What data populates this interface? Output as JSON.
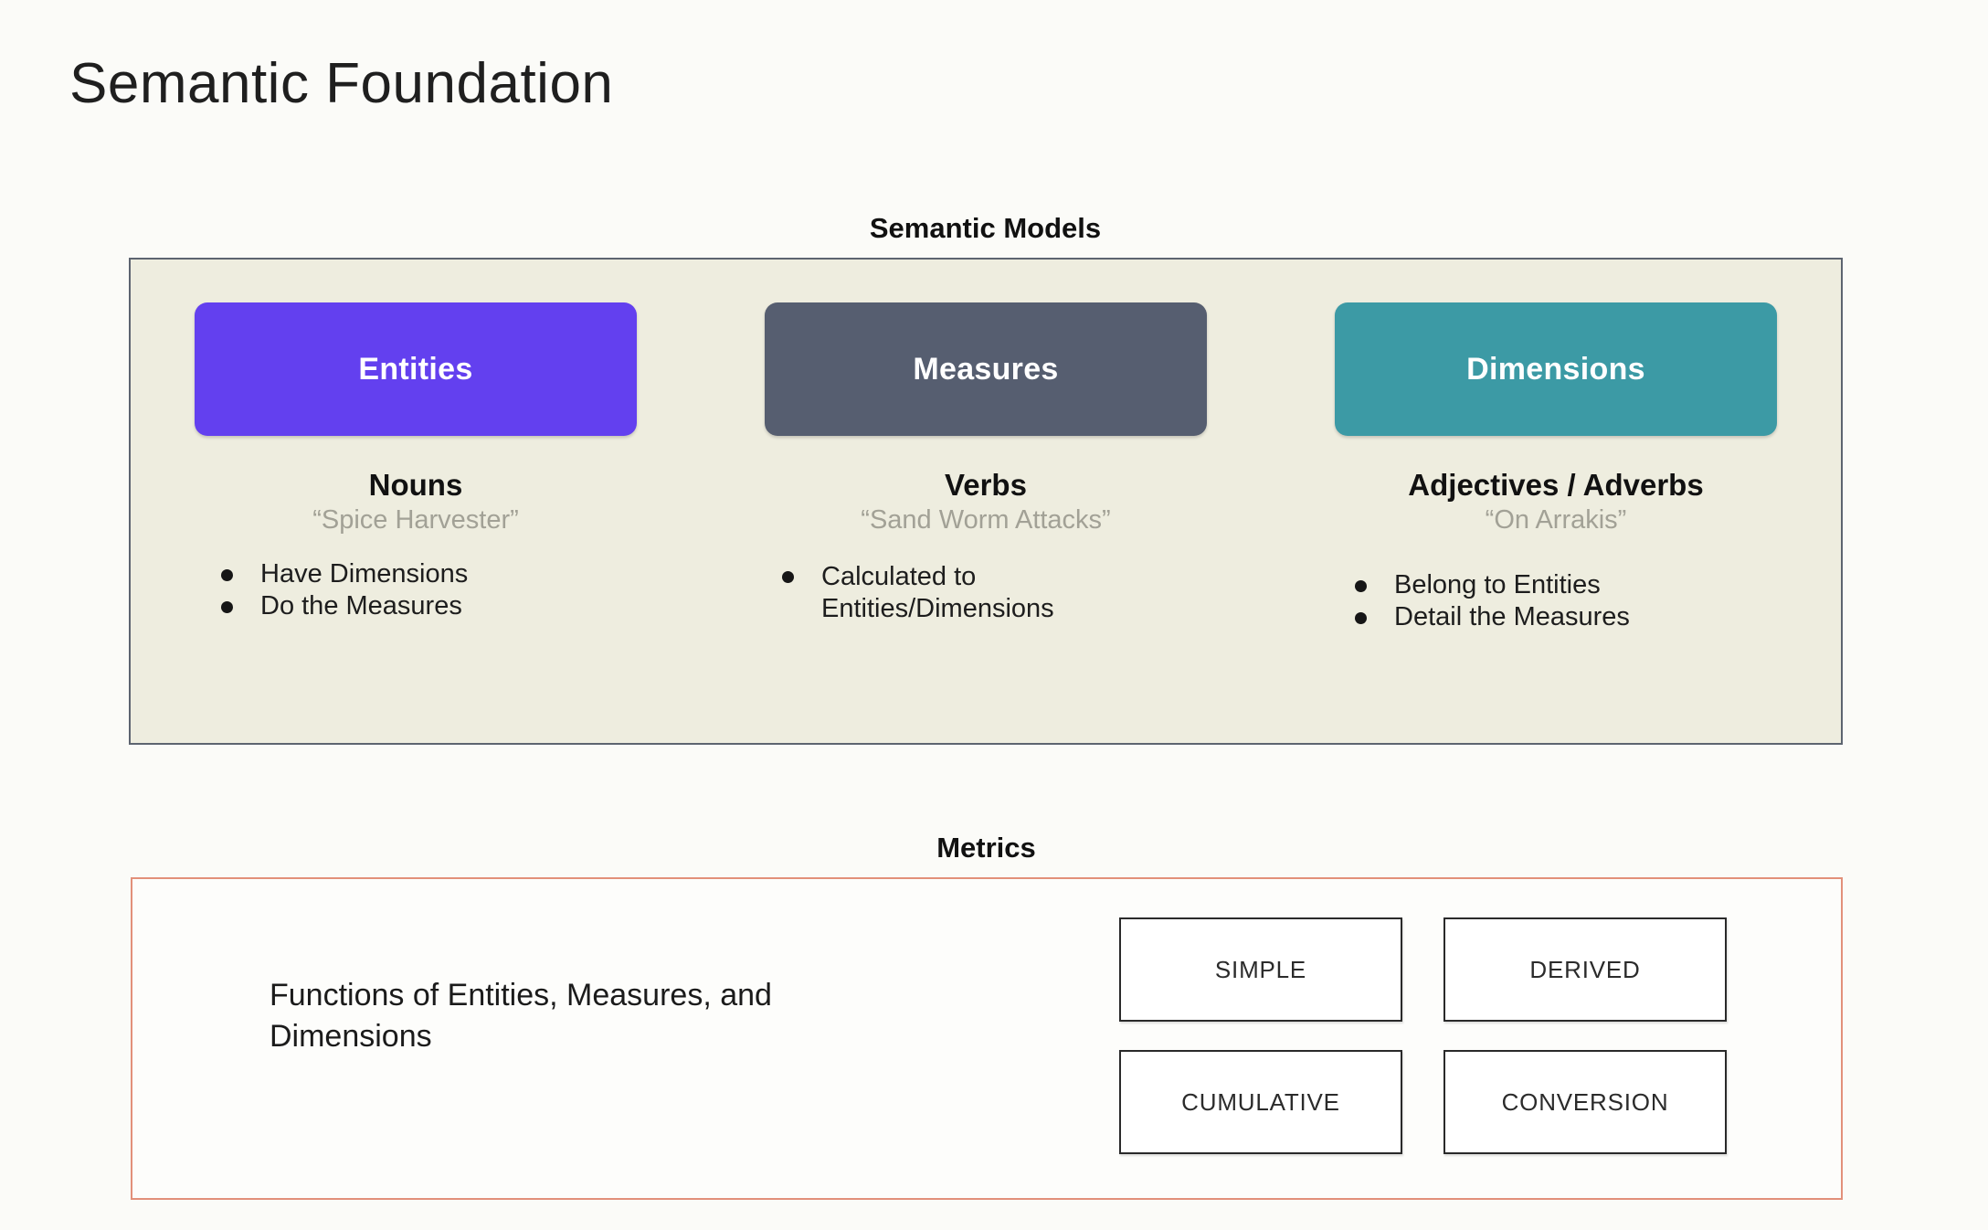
{
  "slide": {
    "title": "Semantic Foundation",
    "background_color": "#fbfbf8"
  },
  "semantic_models": {
    "caption": "Semantic Models",
    "panel_bg": "#eeeddf",
    "panel_border": "#5d6470",
    "columns": [
      {
        "chip_label": "Entities",
        "chip_color": "#6340ef",
        "part_of_speech": "Nouns",
        "example": "“Spice Harvester”",
        "bullets": [
          "Have Dimensions",
          "Do the Measures"
        ]
      },
      {
        "chip_label": "Measures",
        "chip_color": "#565e70",
        "part_of_speech": "Verbs",
        "example": "“Sand Worm Attacks”",
        "bullets": [
          "Calculated to Entities/Dimensions"
        ]
      },
      {
        "chip_label": "Dimensions",
        "chip_color": "#3c9aa5",
        "part_of_speech": "Adjectives / Adverbs",
        "example": "“On Arrakis”",
        "bullets": [
          "Belong to Entities",
          "Detail the Measures"
        ]
      }
    ]
  },
  "metrics": {
    "caption": "Metrics",
    "panel_border": "#e2907a",
    "description": "Functions of Entities, Measures, and Dimensions",
    "types": [
      "SIMPLE",
      "DERIVED",
      "CUMULATIVE",
      "CONVERSION"
    ]
  }
}
